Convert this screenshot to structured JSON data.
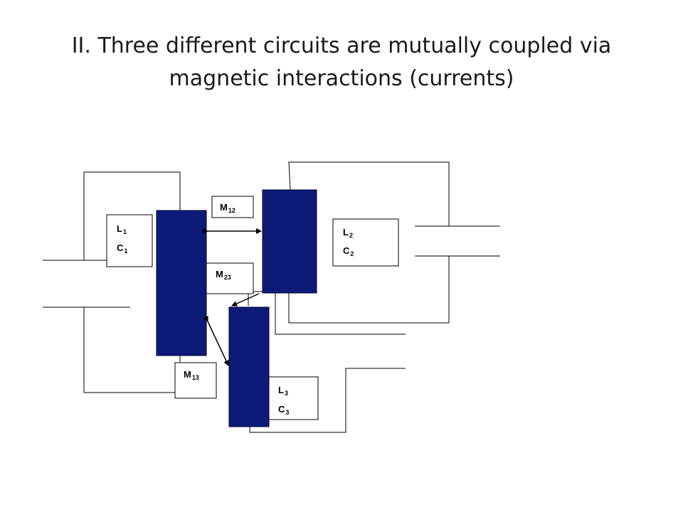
{
  "slide": {
    "title_line1": "II. Three different circuits are mutually coupled via",
    "title_line2": "magnetic interactions (currents)"
  },
  "colors": {
    "coil_fill": "#0d1a78",
    "coil_stroke": "#000033",
    "wire": "#000000",
    "box_fill": "#ffffff"
  },
  "circuits": [
    {
      "id": "1",
      "L": "L",
      "C": "C",
      "subscript": "1"
    },
    {
      "id": "2",
      "L": "L",
      "C": "C",
      "subscript": "2"
    },
    {
      "id": "3",
      "L": "L",
      "C": "C",
      "subscript": "3"
    }
  ],
  "couplings": [
    {
      "label": "M",
      "subscript": "12"
    },
    {
      "label": "M",
      "subscript": "23"
    },
    {
      "label": "M",
      "subscript": "13"
    }
  ]
}
